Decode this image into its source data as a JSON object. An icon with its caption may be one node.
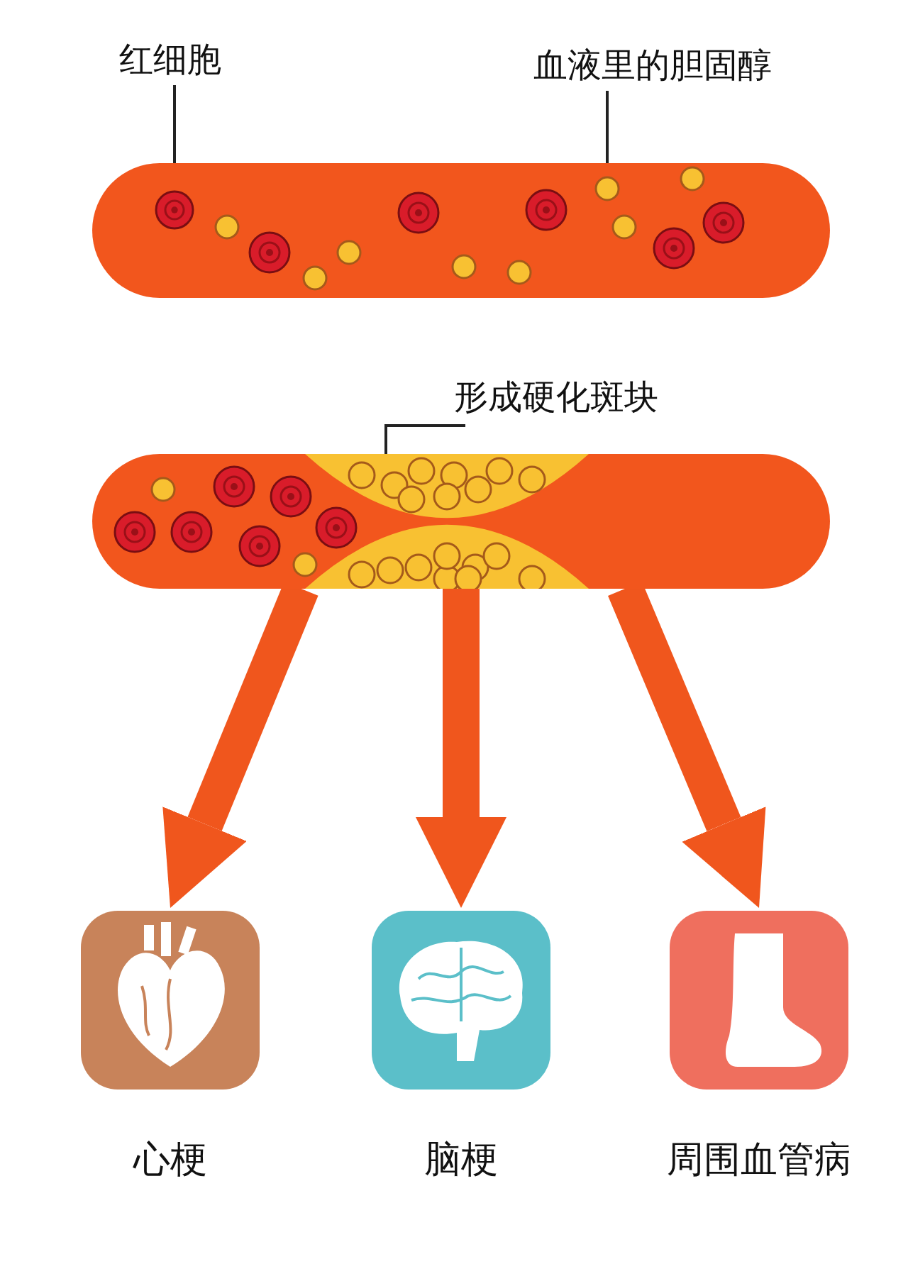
{
  "diagram": {
    "nodes": [
      {
        "text": [
          "红细胞"
        ]
      },
      {
        "text": [
          "血液里的胆固醇"
        ]
      },
      {
        "text": [],
        "shape": "circle",
        "in": 4
      },
      {
        "text": [],
        "shape": "circle",
        "in": 4
      },
      {
        "text": [],
        "shape": "bar"
      },
      {
        "text": [
          "形成硬化斑块"
        ]
      },
      {
        "text": [],
        "shape": "bar"
      },
      {
        "text": [],
        "shape": "picture",
        "in": 6
      },
      {
        "text": [
          "心梗"
        ]
      },
      {
        "text": [
          "脑梗"
        ]
      },
      {
        "text": [
          "周围血管病"
        ]
      }
    ],
    "edges": [
      {
        "from": 0,
        "to": 2,
        "arrow": "none",
        "color": "#222222"
      },
      {
        "from": 1,
        "to": 3,
        "arrow": "none",
        "color": "#222222"
      },
      {
        "from": 5,
        "to": 7,
        "arrow": "none",
        "color": "#222222"
      },
      {
        "from": 6,
        "to": 8,
        "arrow": "to",
        "style": "thick",
        "color": "#f0561d"
      },
      {
        "from": 6,
        "to": 9,
        "arrow": "to",
        "style": "thick",
        "color": "#f0561d"
      },
      {
        "from": 6,
        "to": 10,
        "arrow": "to",
        "style": "thick",
        "color": "#f0561d"
      }
    ]
  }
}
